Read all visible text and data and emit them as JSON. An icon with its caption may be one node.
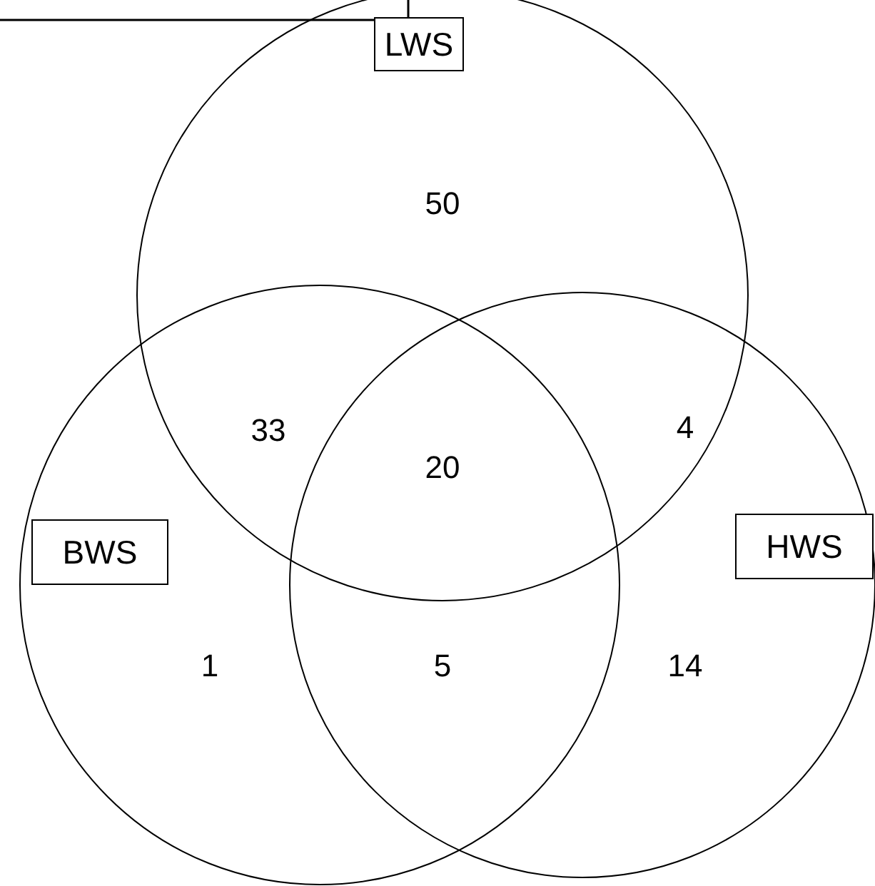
{
  "diagram": {
    "nodes": [
      {
        "text": [
          "LWS"
        ]
      },
      {
        "text": [
          "BWS"
        ]
      },
      {
        "text": [
          "HWS"
        ]
      }
    ],
    "edges": [],
    "labels": [
      "50",
      "33",
      "20",
      "4",
      "1",
      "5",
      "14"
    ]
  }
}
